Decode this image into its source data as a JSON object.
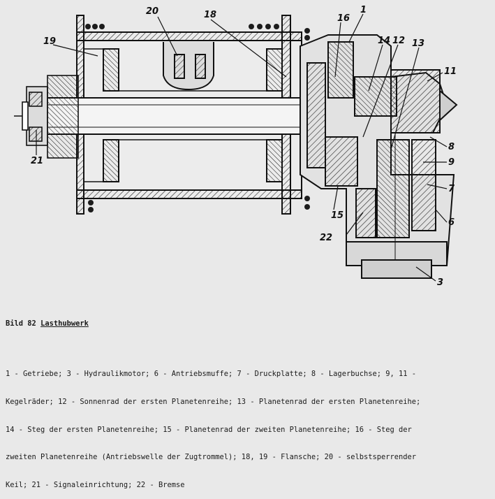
{
  "labels": {
    "l1": "1",
    "l3": "3",
    "l6": "6",
    "l7": "7",
    "l8": "8",
    "l9": "9",
    "l11": "11",
    "l12": "12",
    "l13": "13",
    "l14": "14",
    "l15": "15",
    "l16": "16",
    "l18": "18",
    "l19": "19",
    "l20": "20",
    "l21": "21",
    "l22": "22"
  },
  "caption": {
    "figure_no": "Bild 82",
    "title": "Lasthubwerk",
    "lines": [
      "1 - Getriebe; 3 - Hydraulikmotor; 6 - Antriebsmuffe; 7 - Druckplatte; 8 - Lagerbuchse; 9, 11 -",
      "Kegelräder; 12 - Sonnenrad der ersten Planetenreihe; 13 - Planetenrad der ersten Planetenreihe;",
      "14 - Steg der ersten Planetenreihe; 15 - Planetenrad der zweiten Planetenreihe; 16 - Steg der",
      "zweiten Planetenreihe (Antriebswelle der Zugtrommel); 18, 19 - Flansche; 20 - selbstsperrender",
      "Keil; 21 - Signaleinrichtung; 22 - Bremse"
    ]
  }
}
